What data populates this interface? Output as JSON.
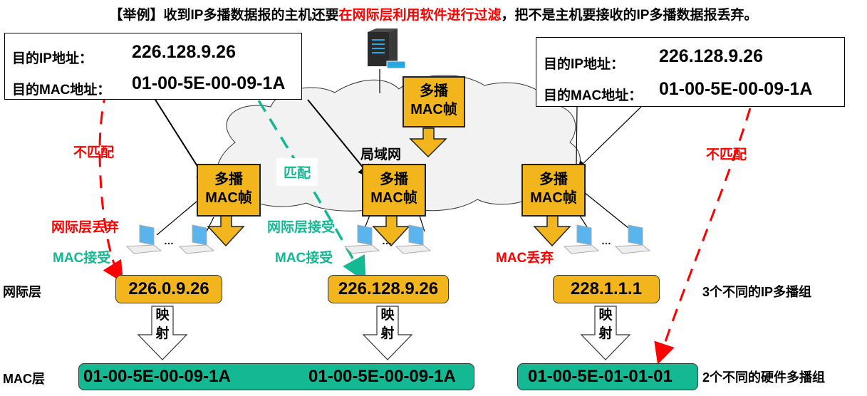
{
  "title": {
    "part1": "【举例】收到IP多播数据报的主机还要",
    "part2_highlight": "在网际层利用软件进行过滤",
    "part3": "，把不是主机要接收的IP多播数据报丢弃。",
    "highlight_color": "#ff0000"
  },
  "address_boxes": [
    {
      "ip_label": "目的IP地址：",
      "ip_value": "226.128.9.26",
      "mac_label": "目的MAC地址：",
      "mac_value": "01-00-5E-00-09-1A"
    },
    {
      "ip_label": "目的IP地址：",
      "ip_value": "226.128.9.26",
      "mac_label": "目的MAC地址：",
      "mac_value": "01-00-5E-00-09-1A"
    }
  ],
  "network": {
    "lan_label": "局域网",
    "server_icon": "server-icon",
    "laptop_icon": "laptop-icon",
    "ellipsis": "…",
    "frames": [
      {
        "line1": "多播",
        "line2": "MAC帧"
      },
      {
        "line1": "多播",
        "line2": "MAC帧"
      },
      {
        "line1": "多播",
        "line2": "MAC帧"
      },
      {
        "line1": "多播",
        "line2": "MAC帧"
      }
    ]
  },
  "annotations": {
    "left_mismatch": "不匹配",
    "left_ip_drop": "网际层丢弃",
    "left_mac_accept": "MAC接受",
    "middle_match": "匹配",
    "middle_ip_accept": "网际层接受",
    "middle_mac_accept": "MAC接受",
    "right_mismatch": "不匹配",
    "right_mac_drop": "MAC丢弃"
  },
  "layers": {
    "ip_layer_label": "网际层",
    "mac_layer_label": "MAC层",
    "ip_groups": [
      "226.0.9.26",
      "226.128.9.26",
      "228.1.1.1"
    ],
    "mapping_label_1": "映",
    "mapping_label_2": "射",
    "mac_groups_left_1": "01-00-5E-00-09-1A",
    "mac_groups_left_2": "01-00-5E-00-09-1A",
    "mac_group_right": "01-00-5E-01-01-01",
    "ip_groups_note": "3个不同的IP多播组",
    "mac_groups_note": "2个不同的硬件多播组"
  },
  "colors": {
    "frame_fill": "#f2b61c",
    "mac_fill": "#14b893",
    "mismatch": "#ff0000",
    "match": "#14b893",
    "cloud_fill": "#f2f2f2"
  }
}
